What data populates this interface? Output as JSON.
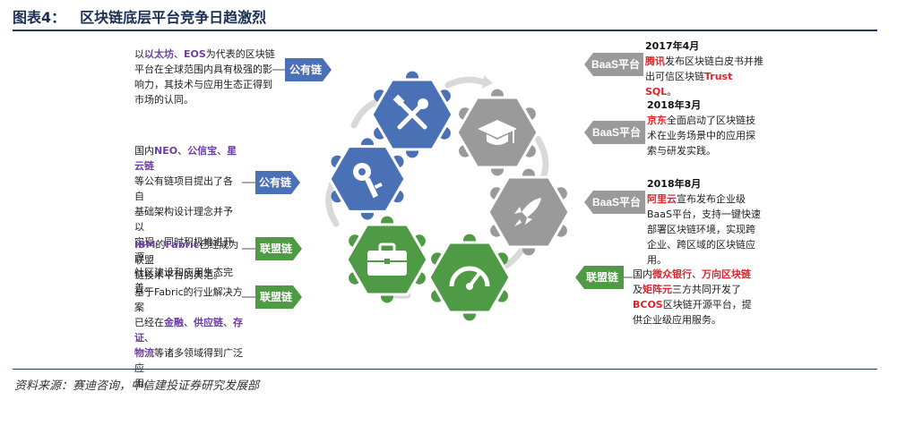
{
  "title": {
    "fig": "图表4：",
    "text": "区块链底层平台竞争日趋激烈"
  },
  "source": "资料来源：赛迪咨询，中信建投证券研究发展部",
  "left": [
    {
      "tag": "公有链",
      "lines": [
        [
          {
            "t": "以"
          },
          {
            "t": "以太坊",
            "c": "purple"
          },
          {
            "t": "、"
          },
          {
            "t": "EOS",
            "c": "purple"
          },
          {
            "t": "为代表的区块链"
          }
        ],
        [
          {
            "t": "平台在全球范围内具有极强的影"
          }
        ],
        [
          {
            "t": "响力，其技术与应用生态正得到"
          }
        ],
        [
          {
            "t": "市场的认同。"
          }
        ]
      ]
    },
    {
      "tag": "公有链",
      "lines": [
        [
          {
            "t": "国内"
          },
          {
            "t": "NEO",
            "c": "purple"
          },
          {
            "t": "、"
          },
          {
            "t": "公信宝",
            "c": "purple"
          },
          {
            "t": "、"
          },
          {
            "t": "星云链",
            "c": "purple"
          }
        ],
        [
          {
            "t": "等公有链项目提出了各自"
          }
        ],
        [
          {
            "t": "基础架构设计理念并予以"
          }
        ],
        [
          {
            "t": "实现，同时积极推进开源"
          }
        ],
        [
          {
            "t": "社区建设和应用生态完善。"
          }
        ]
      ]
    },
    {
      "tag": "联盟链",
      "lines": [
        [
          {
            "t": "IBM",
            "c": "purple"
          },
          {
            "t": "的"
          },
          {
            "t": "Fabric",
            "c": "purple"
          },
          {
            "t": "已经成为联盟"
          }
        ],
        [
          {
            "t": "链技术平台的典范。"
          }
        ]
      ]
    },
    {
      "tag": "联盟链",
      "lines": [
        [
          {
            "t": "基于Fabric的行业解决方案"
          }
        ],
        [
          {
            "t": "已经在"
          },
          {
            "t": "金融",
            "c": "purple"
          },
          {
            "t": "、"
          },
          {
            "t": "供应链",
            "c": "purple"
          },
          {
            "t": "、"
          },
          {
            "t": "存证",
            "c": "purple"
          },
          {
            "t": "、"
          }
        ],
        [
          {
            "t": "物流",
            "c": "purple"
          },
          {
            "t": "等诸多领域得到广泛应"
          }
        ],
        [
          {
            "t": "用。"
          }
        ]
      ]
    }
  ],
  "right": [
    {
      "tag": "BaaS平台",
      "lines": [
        [
          {
            "t": "2017年4月",
            "c": "date"
          }
        ],
        [
          {
            "t": "腾讯",
            "c": "red"
          },
          {
            "t": "发布区块链白皮书并推"
          }
        ],
        [
          {
            "t": "出可信区块链"
          },
          {
            "t": "Trust SQL",
            "c": "red"
          },
          {
            "t": "。"
          }
        ]
      ]
    },
    {
      "tag": "BaaS平台",
      "lines": [
        [
          {
            "t": "2018年3月",
            "c": "date"
          }
        ],
        [
          {
            "t": "京东",
            "c": "red"
          },
          {
            "t": "全面启动了区块链技"
          }
        ],
        [
          {
            "t": "术在业务场景中的应用探"
          }
        ],
        [
          {
            "t": "索与研发实践。"
          }
        ]
      ]
    },
    {
      "tag": "BaaS平台",
      "lines": [
        [
          {
            "t": "2018年8月",
            "c": "date"
          }
        ],
        [
          {
            "t": "阿里云",
            "c": "red"
          },
          {
            "t": "宣布发布企业级"
          }
        ],
        [
          {
            "t": "BaaS平台，支持一键快速"
          }
        ],
        [
          {
            "t": "部署区块链环境，实现跨"
          }
        ],
        [
          {
            "t": "企业、跨区域的区块链应"
          }
        ],
        [
          {
            "t": "用。"
          }
        ]
      ]
    },
    {
      "tag": "联盟链",
      "lines": [
        [
          {
            "t": "国内"
          },
          {
            "t": "微众银行",
            "c": "red"
          },
          {
            "t": "、"
          },
          {
            "t": "万向区块链",
            "c": "red"
          }
        ],
        [
          {
            "t": "及"
          },
          {
            "t": "矩阵元",
            "c": "red"
          },
          {
            "t": "三方共同开发了"
          }
        ],
        [
          {
            "t": "BCOS",
            "c": "red"
          },
          {
            "t": "区块链开源平台，提"
          }
        ],
        [
          {
            "t": "供企业级应用服务。"
          }
        ]
      ]
    }
  ],
  "icons": [
    "tools-icon",
    "graduation-cap-icon",
    "key-icon",
    "rocket-icon",
    "briefcase-icon",
    "speedometer-icon"
  ],
  "colors": {
    "blue": "#4a70b5",
    "gray": "#9a9a9a",
    "green": "#4f9a45",
    "navy": "#1f3864",
    "purple": "#6b3fa0",
    "red": "#d9262c"
  }
}
